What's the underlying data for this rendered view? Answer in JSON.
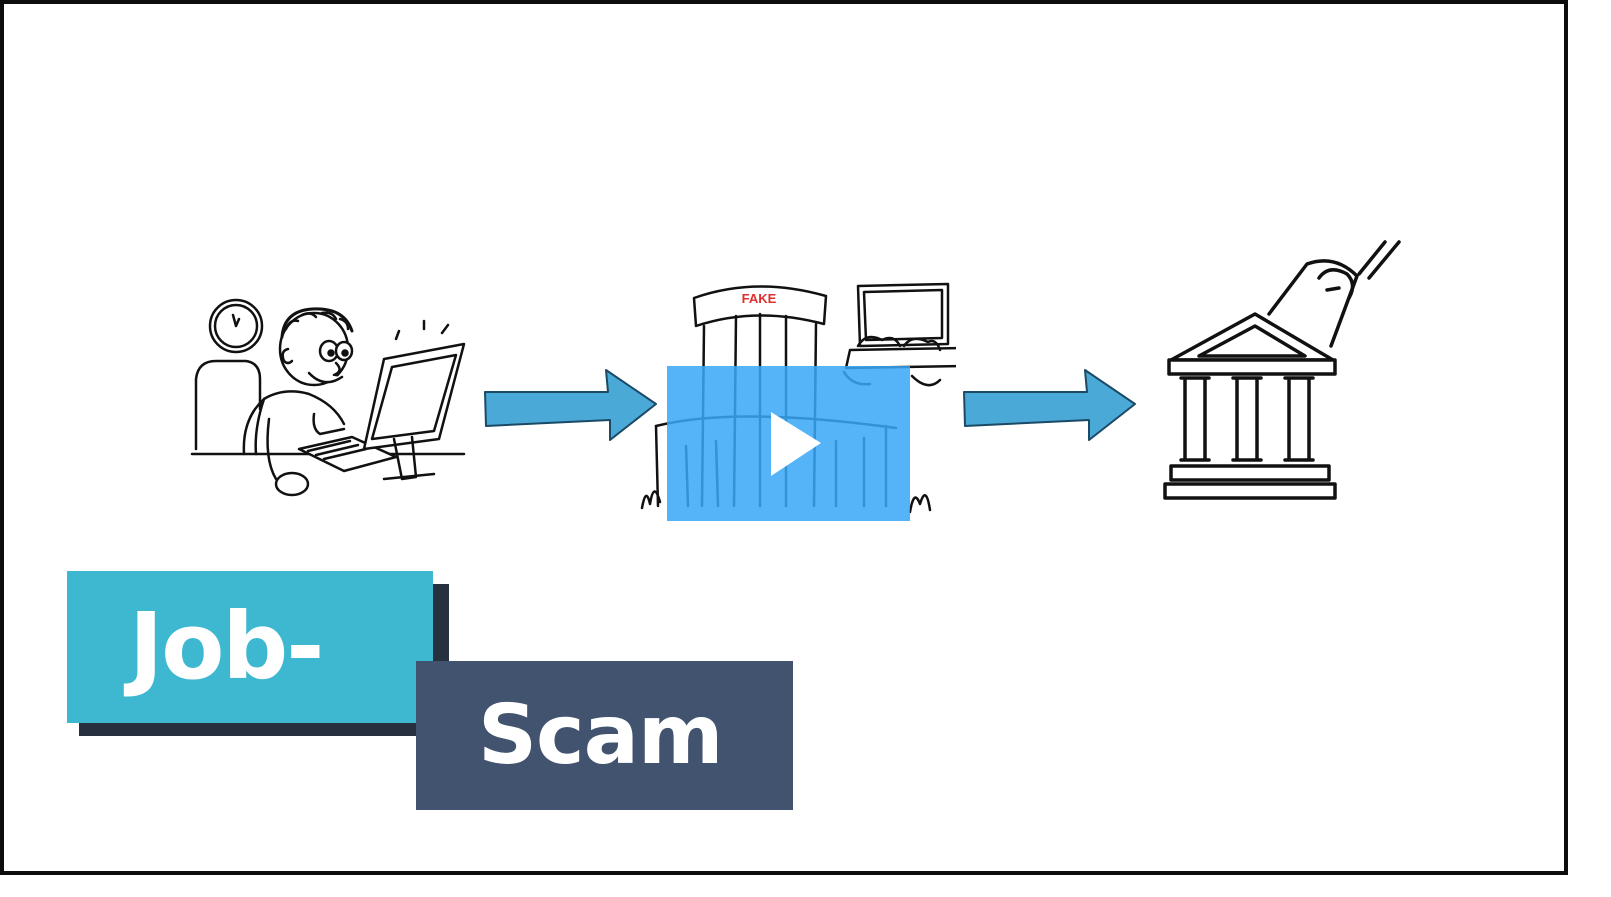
{
  "illustration": {
    "building_sign": "FAKE"
  },
  "title": {
    "line1": "Job-",
    "line2": "Scam"
  },
  "video": {
    "play_icon": "play-icon",
    "overlay_color": "#38a8f6"
  },
  "colors": {
    "arrow": "#4aa9d6",
    "job_box": "#3db8d0",
    "scam_box": "#41536e",
    "shadow": "#27303f"
  }
}
